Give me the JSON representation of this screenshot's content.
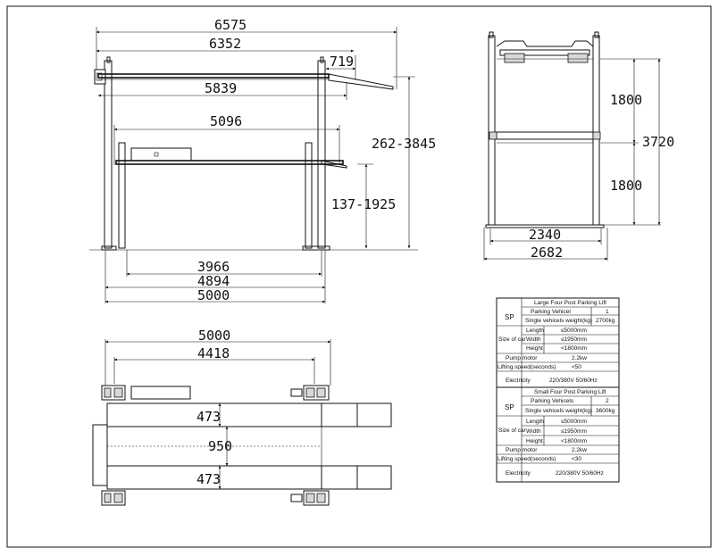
{
  "front_view": {
    "dims": {
      "overall_width": "6575",
      "post_span": "6352",
      "ramp": "719",
      "upper_deck": "5839",
      "lower_deck": "5096",
      "upper_height": "262-3845",
      "lower_height": "137-1925",
      "wheel_track": "3966",
      "inner_base": "4894",
      "base_length": "5000"
    }
  },
  "side_view": {
    "dims": {
      "level_gap_upper": "1800",
      "total_height": "3720",
      "level_gap_lower": "1800",
      "inner_width": "2340",
      "outer_width": "2682"
    }
  },
  "plan_view": {
    "dims": {
      "overall_length": "5000",
      "post_spacing": "4418",
      "runway_top": "473",
      "center_gap": "950",
      "runway_bottom": "473"
    }
  },
  "spec_table": {
    "large": {
      "title": "Large Four Post Parking Lift",
      "sp": "SP",
      "parking_vehicles_label": "Parking Vehicel",
      "parking_vehicles_value": "1",
      "weight_label": "Single vehicels weight(kg)",
      "weight_value": "2700kg",
      "size_label": "Size of car",
      "length_label": "Length",
      "length_value": "≤5000mm",
      "width_label": "Width",
      "width_value": "≤1950mm",
      "height_label": "Height",
      "height_value": "<1800mm",
      "pump_label": "Pump motor",
      "pump_value": "2.2kw",
      "speed_label": "Lifting speed(seconds)",
      "speed_value": "<50",
      "elec_label": "Electricity",
      "elec_value": "220/380V 50/60Hz"
    },
    "small": {
      "title": "Small Four Post Parking Lift",
      "sp": "SP",
      "parking_vehicles_label": "Parking Vehicels",
      "parking_vehicles_value": "2",
      "weight_label": "Single vehicels weight(kg)",
      "weight_value": "3600kg",
      "size_label": "Size of car",
      "length_label": "Length",
      "length_value": "≤5000mm",
      "width_label": "Width",
      "width_value": "≤1950mm",
      "height_label": "Height",
      "height_value": "<1800mm",
      "pump_label": "Pump motor",
      "pump_value": "2.2kw",
      "speed_label": "Lifting speed(seconds)",
      "speed_value": "<30",
      "elec_label": "Electricity",
      "elec_value": "220/380V 50/60Hz"
    }
  }
}
